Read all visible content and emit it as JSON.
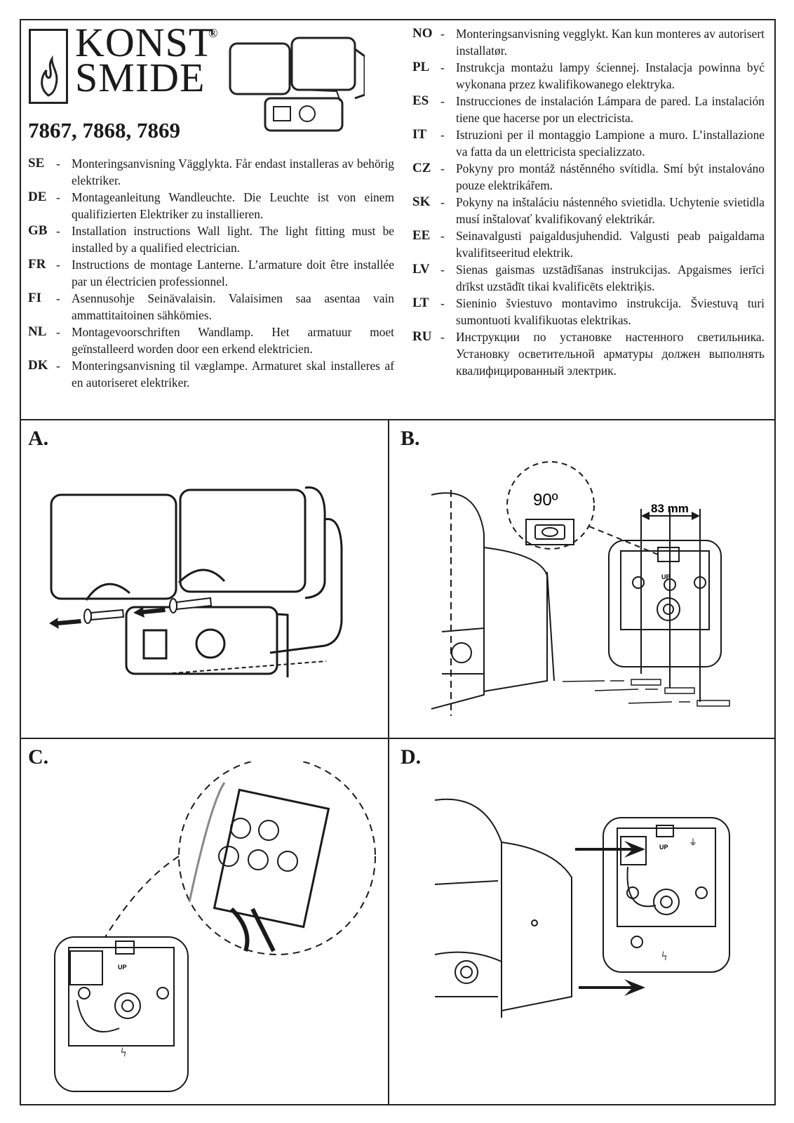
{
  "header": {
    "brand_line1": "KONST",
    "brand_line2": "SMIDE",
    "brand_mark": "®",
    "models": "7867, 7868, 7869"
  },
  "instructions_left": [
    {
      "code": "SE",
      "text": "Monteringsanvisning Vägglykta. Får endast installeras av behörig elektriker."
    },
    {
      "code": "DE",
      "text": "Montageanleitung Wandleuchte. Die Leuchte ist von einem qualifizierten Elektriker zu installieren."
    },
    {
      "code": "GB",
      "text": "Installation instructions Wall light. The light fitting must be installed by a qualified electrician."
    },
    {
      "code": "FR",
      "text": "Instructions de montage Lanterne. L’armature doit être installée par un électricien professionnel."
    },
    {
      "code": "FI",
      "text": "Asennusohje Seinävalaisin. Valaisimen saa asentaa vain ammattitaitoinen sähkömies."
    },
    {
      "code": "NL",
      "text": "Montagevoorschriften Wandlamp. Het armatuur moet geïnstalleerd worden door een erkend elektricien."
    },
    {
      "code": "DK",
      "text": "Monteringsanvisning til væglampe. Armaturet skal installeres af en autoriseret elektriker."
    }
  ],
  "instructions_right": [
    {
      "code": "NO",
      "text": "Monteringsanvisning vegglykt. Kan kun monteres av autorisert installatør."
    },
    {
      "code": "PL",
      "text": "Instrukcja montażu lampy ściennej. Instalacja powinna być wykonana przez kwalifikowanego elektryka."
    },
    {
      "code": "ES",
      "text": "Instrucciones de instalación Lámpara de pared. La instalación tiene que hacerse por un electricista."
    },
    {
      "code": "IT",
      "text": "Istruzioni per il montaggio Lampione a muro. L’installazione va fatta da un elettricista specializzato."
    },
    {
      "code": "CZ",
      "text": "Pokyny pro montáž nástěnného svítidla. Smí být instalováno pouze elektrikářem."
    },
    {
      "code": "SK",
      "text": "Pokyny na inštaláciu nástenného svietidla. Uchytenie svietidla musí inštalovať kvalifikovaný elektrikár."
    },
    {
      "code": "EE",
      "text": "Seinavalgusti paigaldusjuhendid. Valgusti peab paigaldama kvalifitseeritud elektrik."
    },
    {
      "code": "LV",
      "text": "Sienas gaismas uzstādīšanas instrukcijas. Apgaismes ierīci drīkst uzstādīt tikai kvalificēts elektriķis."
    },
    {
      "code": "LT",
      "text": "Sieninio šviestuvo montavimo instrukcija. Šviestuvą turi sumontuoti kvalifikuotas elektrikas."
    },
    {
      "code": "RU",
      "text": "Инструкции по установке настенного светильника. Установку осветительной арматуры должен выполнять квалифицированный электрик."
    }
  ],
  "panels": {
    "a": {
      "label": "A."
    },
    "b": {
      "label": "B.",
      "angle": "90º",
      "distance": "83 mm",
      "up_label": "UP"
    },
    "c": {
      "label": "C.",
      "up_label": "UP"
    },
    "d": {
      "label": "D.",
      "up_label": "UP"
    }
  },
  "icons": [
    "brand-flame-logo",
    "floodlight-product-icon",
    "rotate-arrow-icon",
    "screw-icon",
    "wall-plug-icon",
    "ground-symbol-icon",
    "lightning-icon"
  ]
}
